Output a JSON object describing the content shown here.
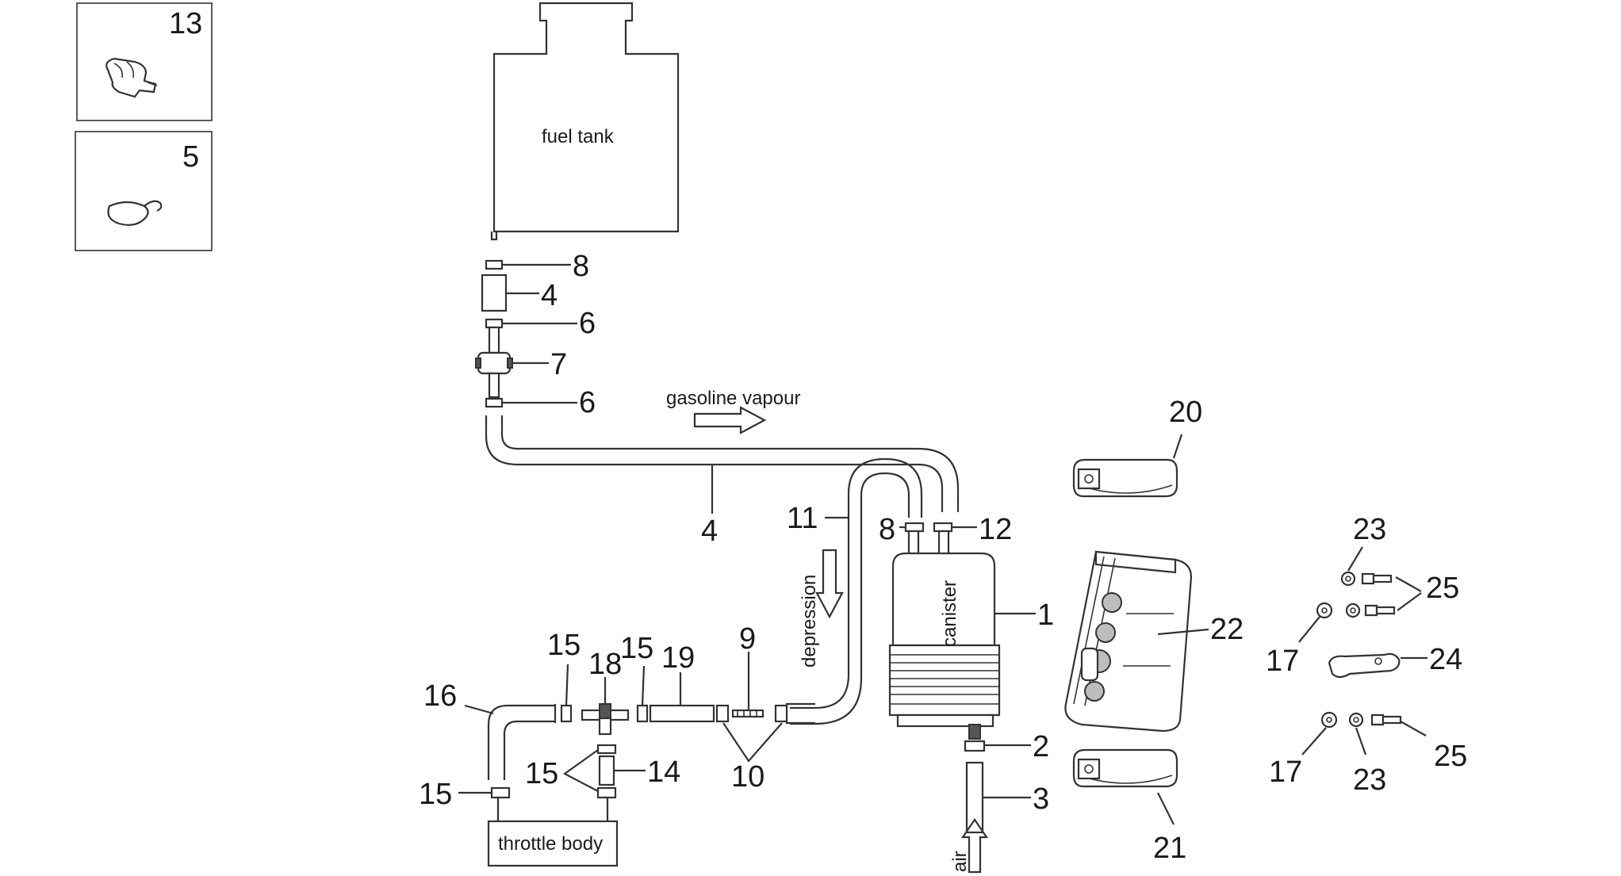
{
  "labels": {
    "fuel_tank": "fuel tank",
    "gasoline_vapour": "gasoline vapour",
    "depression": "depression",
    "canister": "canister",
    "throttle_body": "throttle body",
    "air": "air"
  },
  "callouts": {
    "inset_13": "13",
    "inset_5": "5",
    "p8_top": "8",
    "p4_top": "4",
    "p6_a": "6",
    "p7": "7",
    "p6_b": "6",
    "p4_hose": "4",
    "p11": "11",
    "p8_can": "8",
    "p12": "12",
    "p1": "1",
    "p2": "2",
    "p3": "3",
    "p20": "20",
    "p21": "21",
    "p22": "22",
    "p23_top": "23",
    "p25_top": "25",
    "p17_top": "17",
    "p24": "24",
    "p17_bot": "17",
    "p23_bot": "23",
    "p25_bot": "25",
    "p16": "16",
    "p15_a": "15",
    "p15_b": "15",
    "p15_c": "15",
    "p15_d": "15",
    "p18": "18",
    "p19": "19",
    "p9": "9",
    "p10": "10",
    "p14": "14"
  },
  "colors": {
    "line": "#333333",
    "text": "#1a1a1a",
    "background": "#ffffff"
  },
  "icons": {
    "inset_13": "hose-clip-icon",
    "inset_5": "cable-tie-icon"
  }
}
